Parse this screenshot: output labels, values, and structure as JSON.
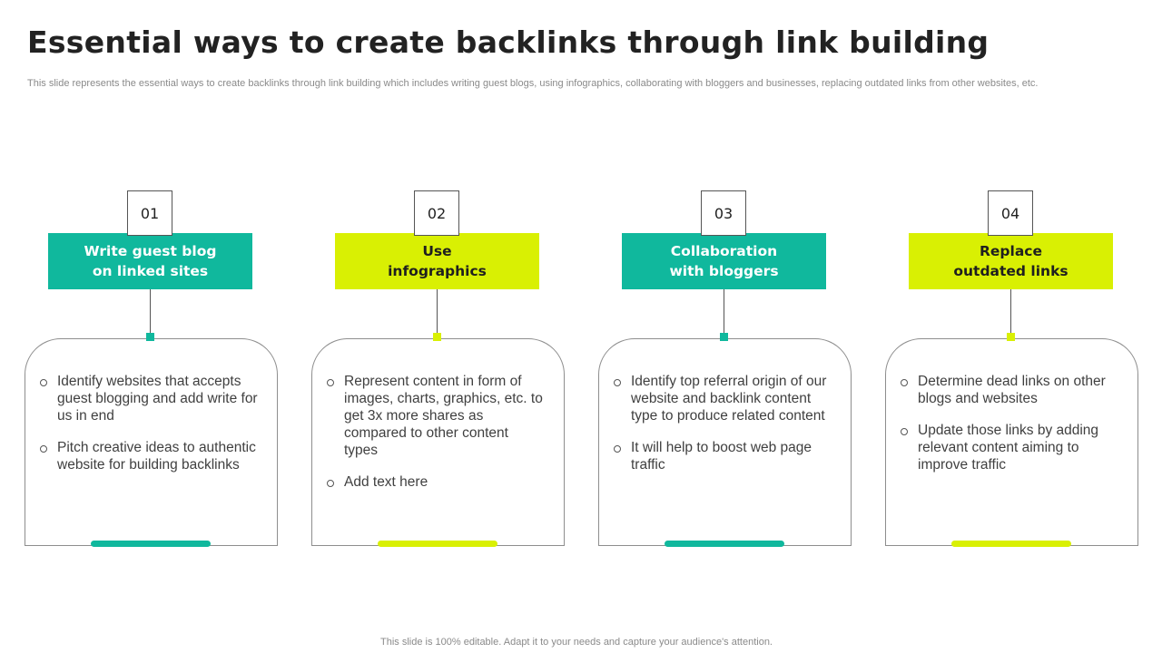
{
  "title": "Essential ways to create backlinks through link building",
  "subtitle": "This slide represents the essential ways to create backlinks through link building which includes writing guest blogs, using infographics, collaborating with bloggers and businesses, replacing outdated links from other websites, etc.",
  "footer": "This slide is 100% editable. Adapt it to your needs and capture your audience's attention.",
  "colors": {
    "teal": "#10b89d",
    "lime": "#d9f003",
    "outline": "#8e8e8e"
  },
  "cards": [
    {
      "number": "01",
      "heading_line1": "Write guest blog",
      "heading_line2": "on linked sites",
      "accent": "teal",
      "bullets": [
        "Identify websites that accepts guest blogging and add write for us in end",
        "Pitch creative ideas to authentic website for building backlinks"
      ]
    },
    {
      "number": "02",
      "heading_line1": "Use",
      "heading_line2": "infographics",
      "accent": "lime",
      "bullets": [
        "Represent content in form of images, charts, graphics, etc. to get 3x more shares as compared to other content types",
        "Add text here"
      ]
    },
    {
      "number": "03",
      "heading_line1": "Collaboration",
      "heading_line2": "with bloggers",
      "accent": "teal",
      "bullets": [
        "Identify top referral origin of our website and backlink content type to produce related content",
        "It will help to boost web page traffic"
      ]
    },
    {
      "number": "04",
      "heading_line1": "Replace",
      "heading_line2": "outdated links",
      "accent": "lime",
      "bullets": [
        "Determine dead links on other blogs and websites",
        "Update those links by adding relevant content aiming to improve traffic"
      ]
    }
  ]
}
